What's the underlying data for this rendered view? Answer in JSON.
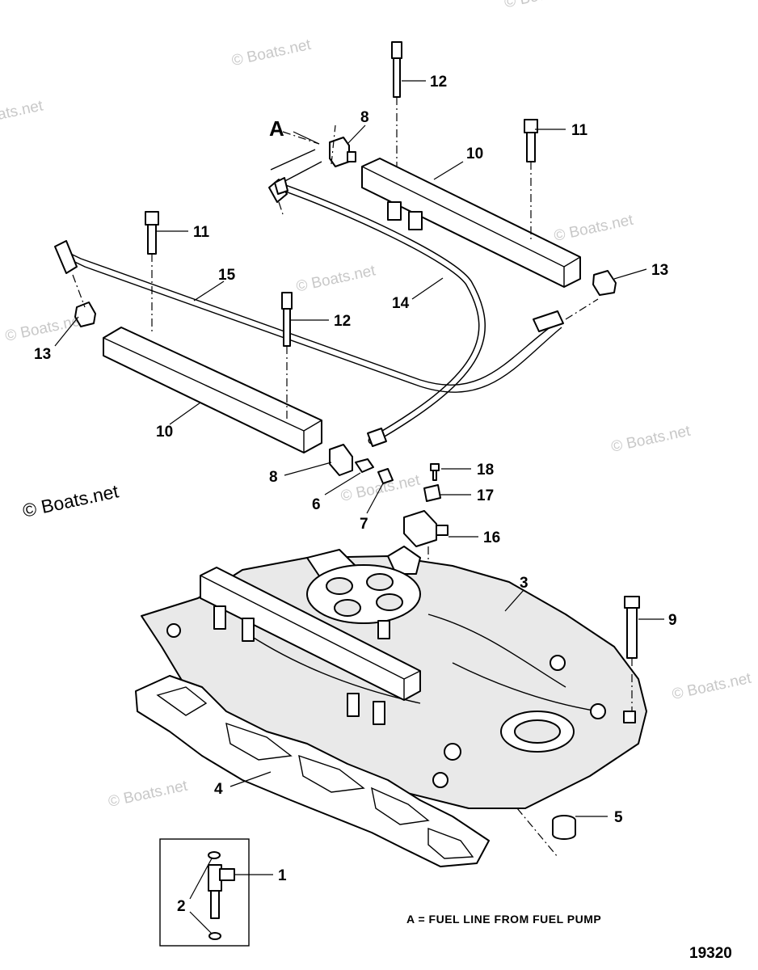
{
  "diagram": {
    "callouts": [
      {
        "id": "c12a",
        "text": "12"
      },
      {
        "id": "cA",
        "text": "A"
      },
      {
        "id": "c8a",
        "text": "8"
      },
      {
        "id": "c11a",
        "text": "11"
      },
      {
        "id": "c10a",
        "text": "10"
      },
      {
        "id": "c11b",
        "text": "11"
      },
      {
        "id": "c15",
        "text": "15"
      },
      {
        "id": "c13a",
        "text": "13"
      },
      {
        "id": "c14",
        "text": "14"
      },
      {
        "id": "c13b",
        "text": "13"
      },
      {
        "id": "c12b",
        "text": "12"
      },
      {
        "id": "c10b",
        "text": "10"
      },
      {
        "id": "c8b",
        "text": "8"
      },
      {
        "id": "c6",
        "text": "6"
      },
      {
        "id": "c7",
        "text": "7"
      },
      {
        "id": "c18",
        "text": "18"
      },
      {
        "id": "c17",
        "text": "17"
      },
      {
        "id": "c16",
        "text": "16"
      },
      {
        "id": "c3",
        "text": "3"
      },
      {
        "id": "c9",
        "text": "9"
      },
      {
        "id": "c4",
        "text": "4"
      },
      {
        "id": "c5",
        "text": "5"
      },
      {
        "id": "c1",
        "text": "1"
      },
      {
        "id": "c2",
        "text": "2"
      }
    ],
    "legend_note": "A = FUEL LINE FROM FUEL PUMP",
    "figure_number": "19320",
    "watermark_small": "© Boats.net",
    "watermark_large": "© Boats.net"
  }
}
